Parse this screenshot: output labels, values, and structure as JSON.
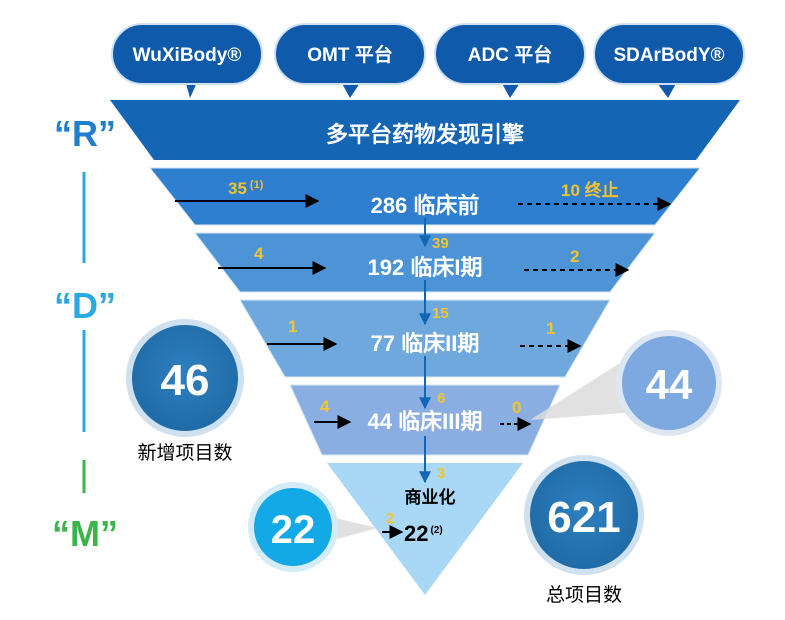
{
  "platforms": [
    {
      "label": "WuXiBody®"
    },
    {
      "label": "OMT 平台"
    },
    {
      "label": "ADC 平台"
    },
    {
      "label": "SDArBodY®"
    }
  ],
  "stage_markers": {
    "r": "“R”",
    "d": "“D”",
    "m": "“M”"
  },
  "engine_label": "多平台药物发现引擎",
  "funnel": [
    {
      "label": "286 临床前",
      "in": "35",
      "in_note": "(1)",
      "out": "10 终止"
    },
    {
      "label": "192 临床I期",
      "in": "4",
      "out": "2",
      "transfer": "39"
    },
    {
      "label": "77 临床II期",
      "in": "1",
      "out": "1",
      "transfer": "15"
    },
    {
      "label": "44 临床III期",
      "in": "4",
      "out": "0",
      "transfer": "6"
    }
  ],
  "commercial": {
    "label": "商业化",
    "transfer": "3",
    "in": "2",
    "count": "22",
    "count_note": "(2)"
  },
  "bubbles": {
    "new_projects": {
      "value": "46",
      "caption": "新增项目数"
    },
    "phase3_total": {
      "value": "44"
    },
    "commercial_total": {
      "value": "22"
    },
    "total_projects": {
      "value": "621",
      "caption": "总项目数"
    }
  },
  "colors": {
    "dark_blue": "#1565b5",
    "mid_blue": "#2e7fd0",
    "light_blue": "#4d94d6",
    "pale_blue": "#6ea8dd",
    "lavender": "#8aaee2",
    "sky": "#a9d7f6",
    "highlight": "#f4c430",
    "r_color": "#1f7fce",
    "d_color": "#2aa9e0",
    "m_color": "#3bb44a",
    "cyan_bubble": "#12a9e6"
  }
}
